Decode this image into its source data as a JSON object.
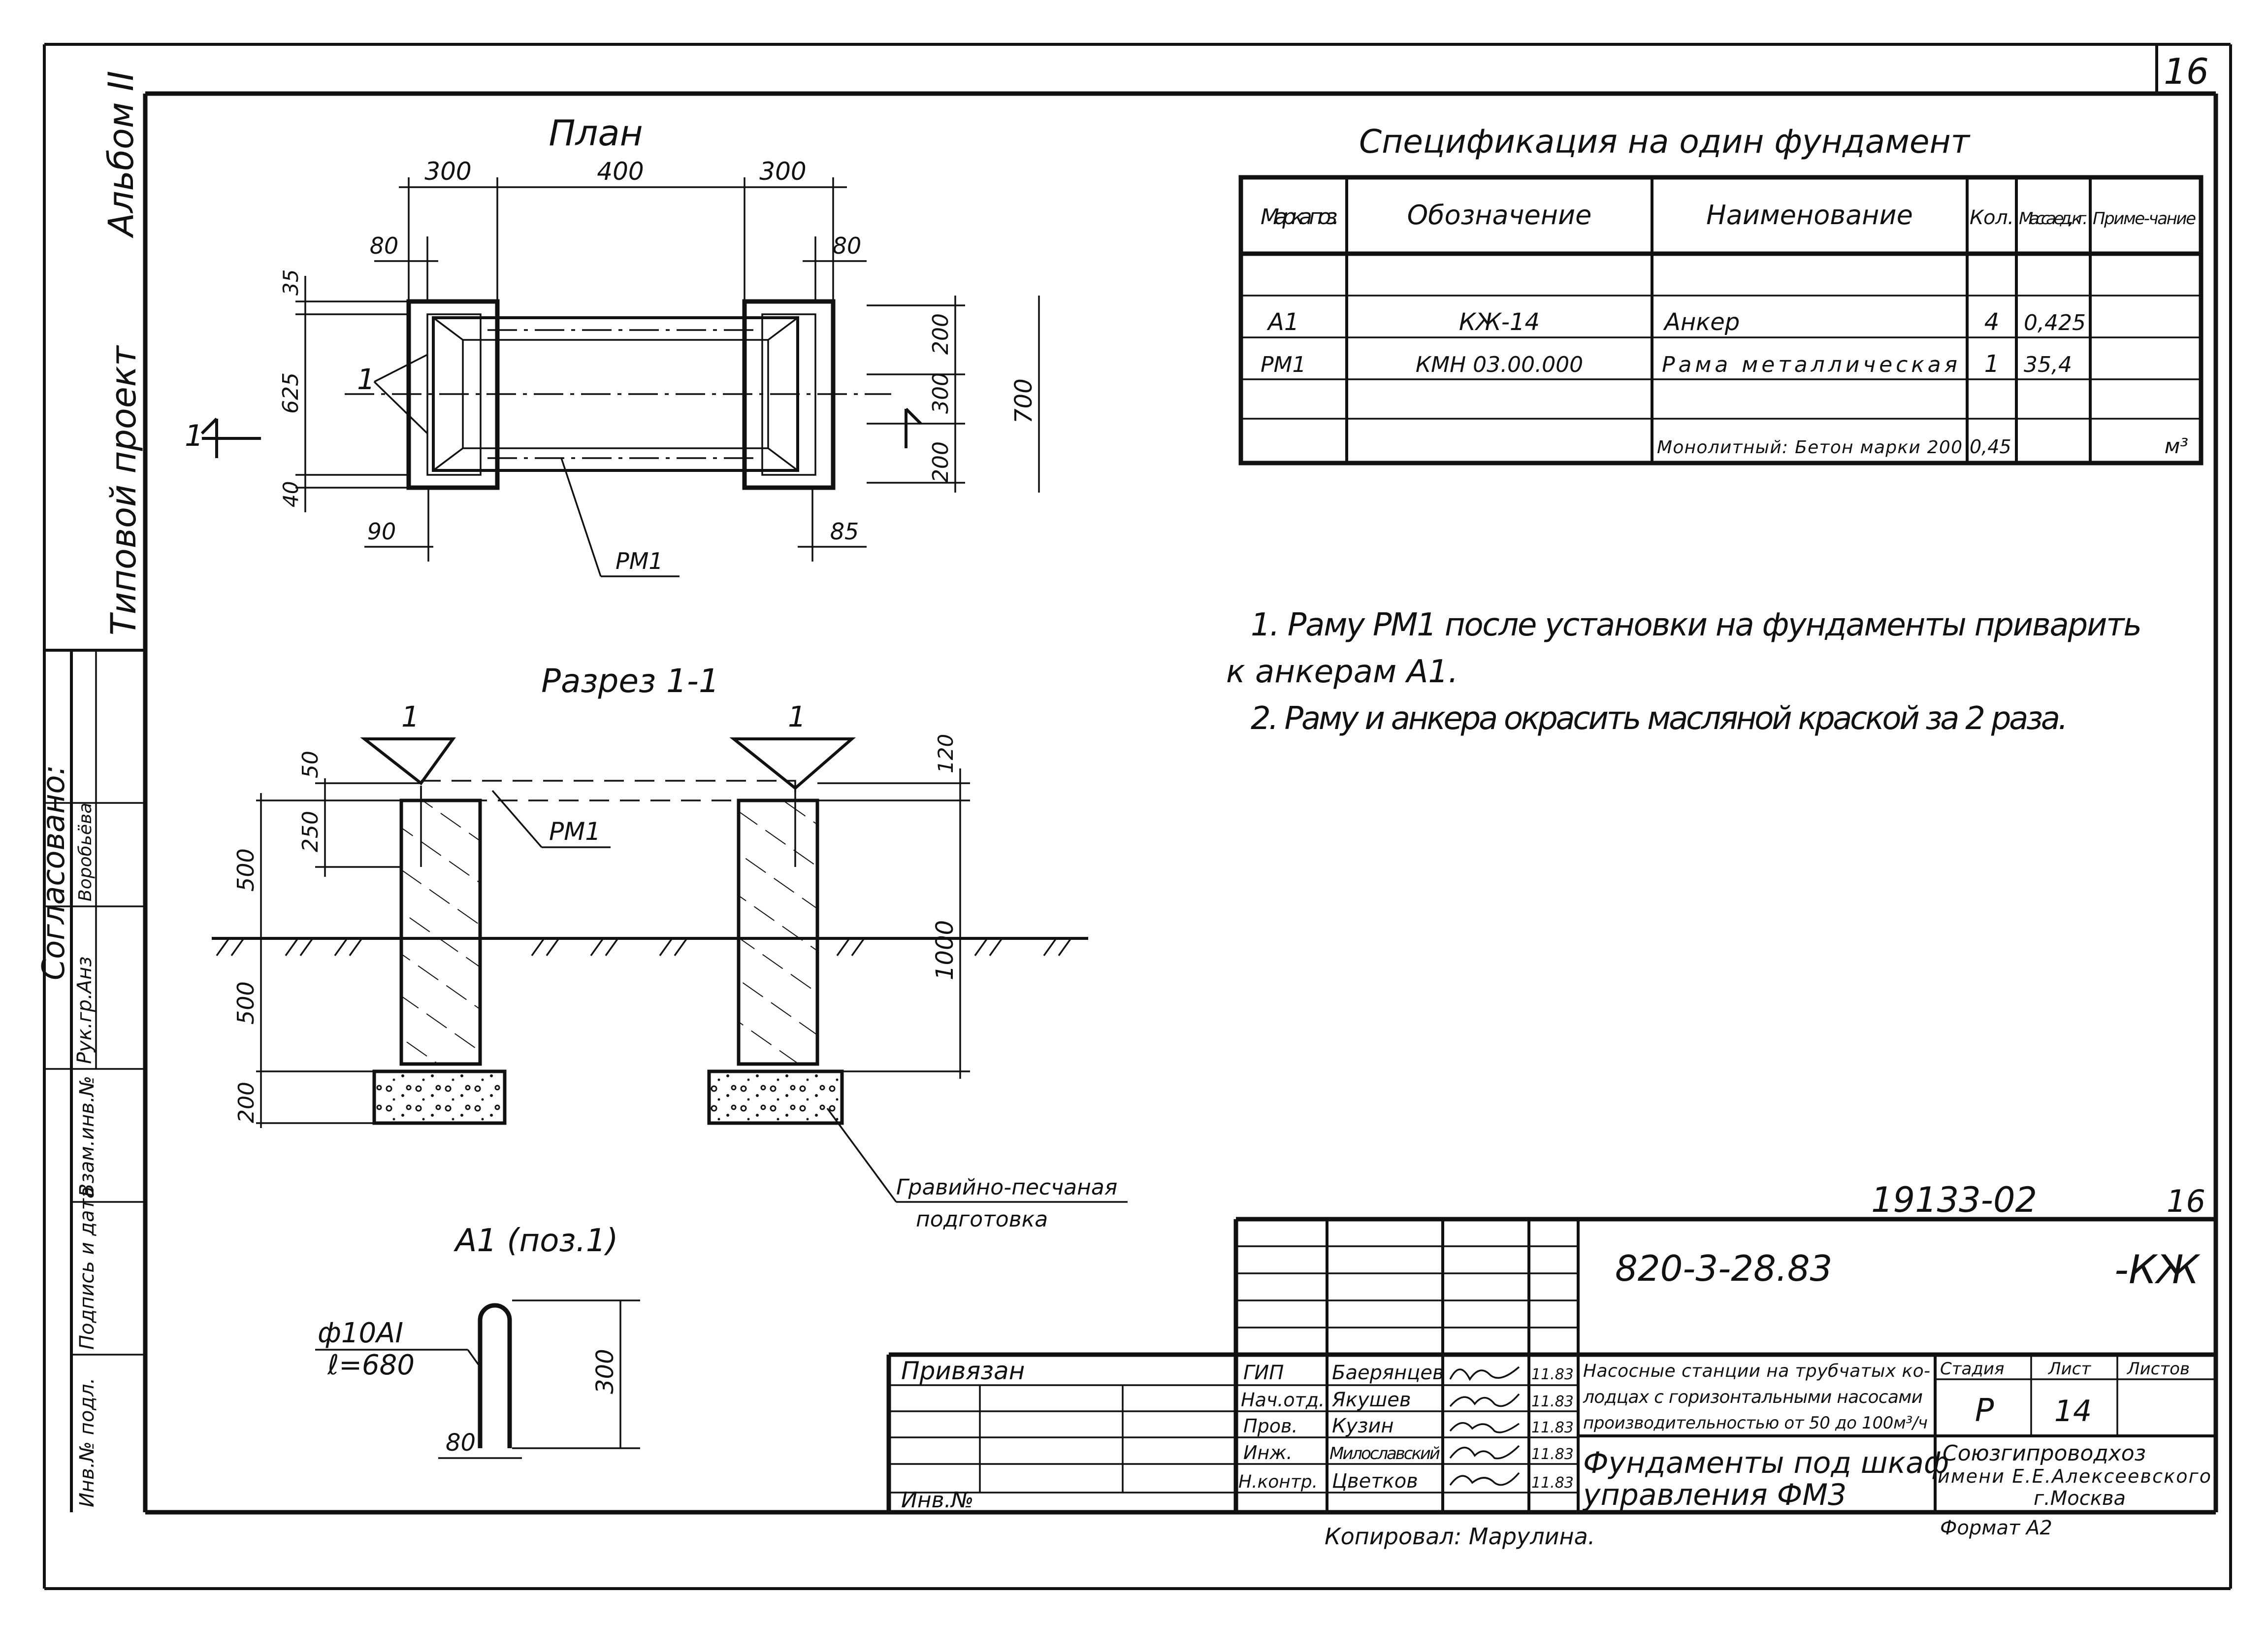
{
  "sheet": {
    "number": "16",
    "side_album": "Альбом II",
    "side_project": "Типовой проект",
    "side_agreed": "Согласовано:",
    "side_head": "Рук.гр.Анз",
    "side_head_sign": "Воробьёва",
    "side_stamps": [
      "Инв.№ подл.",
      "Подпись и дата",
      "Взам.инв.№"
    ]
  },
  "plan": {
    "title": "План",
    "dims": {
      "d300a": "300",
      "d400": "400",
      "d300b": "300",
      "d80a": "80",
      "d80b": "80",
      "d35": "35",
      "d625": "625",
      "d40": "40",
      "d90": "90",
      "d85": "85",
      "d200a": "200",
      "d300c": "300",
      "d200b": "200",
      "d700": "700"
    },
    "callout_1": "1",
    "section_mark": "1",
    "label_rm1": "РМ1"
  },
  "section": {
    "title": "Разрез 1-1",
    "callout_left": "1",
    "callout_right": "1",
    "label_rm1": "РМ1",
    "dims": {
      "d50": "50",
      "d250": "250",
      "d500a": "500",
      "d500b": "500",
      "d200": "200",
      "d120": "120",
      "d1000": "1000"
    },
    "gravel_label_1": "Гравийно-песчаная",
    "gravel_label_2": "подготовка"
  },
  "anchor": {
    "title": "А1 (поз.1)",
    "bar": "ф10АI",
    "length": "ℓ=680",
    "d300": "300",
    "d80": "80"
  },
  "spec": {
    "title": "Спецификация на один фундамент",
    "headers": [
      "Марка поз.",
      "Обозначение",
      "Наименование",
      "Кол.",
      "Масса ед., кг.",
      "Приме-чание"
    ],
    "rows": [
      [
        "",
        "",
        "",
        "",
        "",
        ""
      ],
      [
        "А1",
        "КЖ-14",
        "Анкер",
        "4",
        "0,425",
        ""
      ],
      [
        "РМ1",
        "КМН 03.00.000",
        "Рама металлическая",
        "1",
        "35,4",
        ""
      ],
      [
        "",
        "",
        "",
        "",
        "",
        ""
      ],
      [
        "",
        "",
        "Монолитный: Бетон марки 200",
        "0,45",
        "",
        "м³"
      ]
    ]
  },
  "notes": [
    "1. Раму РМ1 после установки на фундаменты приварить",
    "к анкерам А1.",
    "2. Раму и анкера окрасить масляной краской за 2 раза."
  ],
  "title_block": {
    "doc_number": "19133-02",
    "sheet_top": "16",
    "code": "820-3-28.83",
    "mark": "-КЖ",
    "bound_to": "Привязан",
    "inv": "Инв.№",
    "roles": [
      "ГИП",
      "Нач.отд.",
      "Пров.",
      "Инж.",
      "Н.контр."
    ],
    "names": [
      "Баерянцев",
      "Якушев",
      "Кузин",
      "Милославский",
      "Цветков"
    ],
    "dates": [
      "11.83",
      "11.83",
      "11.83",
      "11.83",
      "11.83"
    ],
    "project_desc_1": "Насосные станции на трубчатых ко-",
    "project_desc_2": "лодцах с горизонтальными насосами",
    "project_desc_3": "производительностью от 50 до 100м³/ч",
    "stage_label": "Стадия",
    "sheet_label": "Лист",
    "sheets_label": "Листов",
    "stage": "Р",
    "sheet": "14",
    "drawing_title_1": "Фундаменты под шкаф",
    "drawing_title_2": "управления ФМ3",
    "org_1": "Союзгипроводхоз",
    "org_2": "имени Е.Е.Алексеевского",
    "org_3": "г.Москва",
    "copied": "Копировал: Марулина.",
    "format": "Формат А2"
  }
}
